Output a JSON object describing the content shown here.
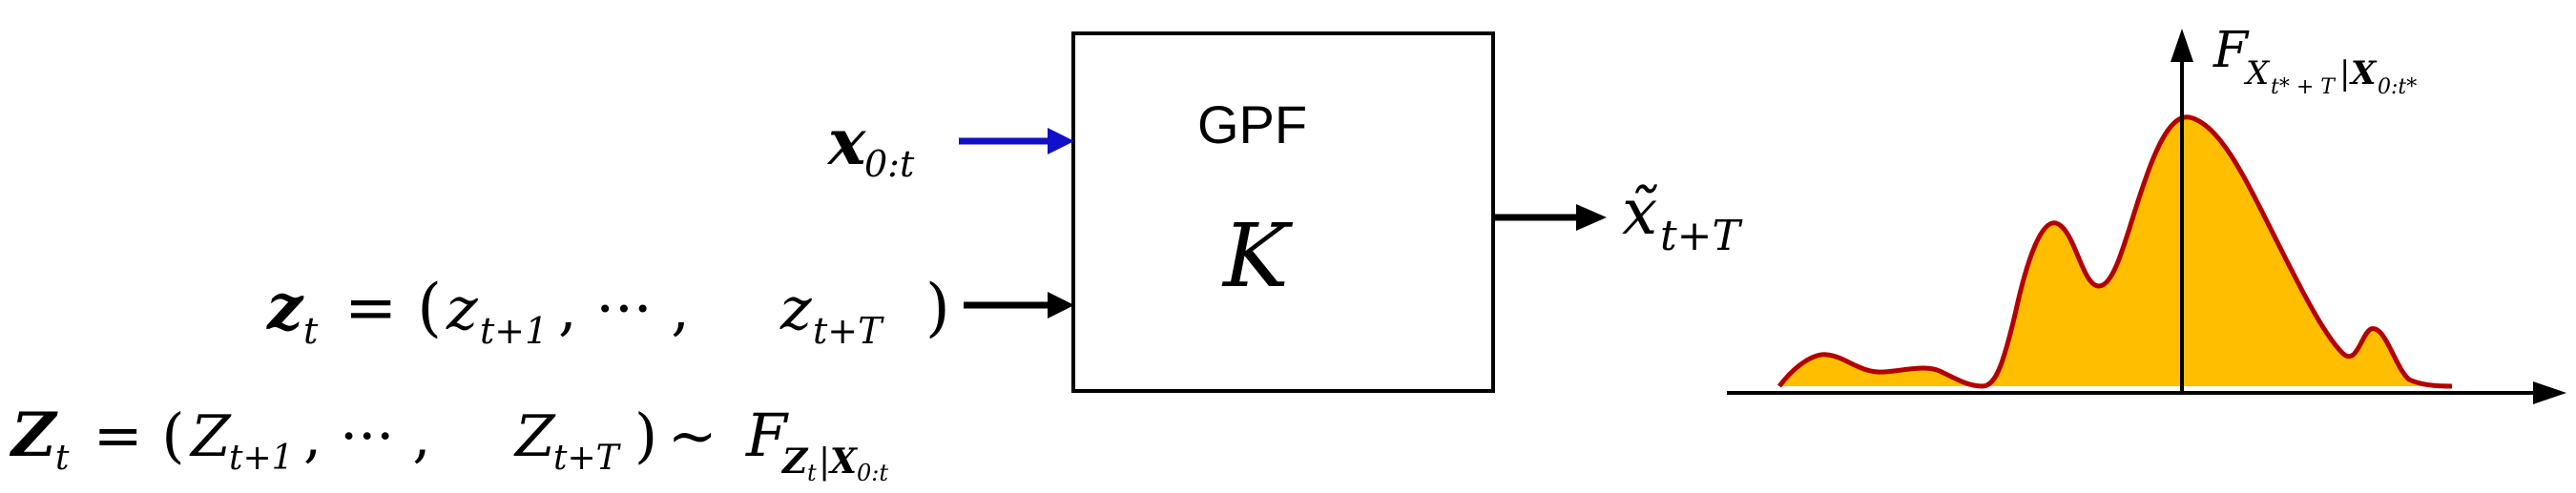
{
  "diagram": {
    "block": {
      "title": "GPF",
      "symbol": "K"
    },
    "inputs": {
      "x_input": {
        "base": "x",
        "sub": "0:t",
        "arrow_color": "#1010c8"
      },
      "z_input": {
        "lhs_base": "z",
        "lhs_sub": "t",
        "eq": " = (",
        "a_base": "z",
        "a_sub": "t+1",
        "dots": ", ··· , ",
        "b_base": "z",
        "b_sub": "t+T",
        "close": ")"
      },
      "Z_dist": {
        "lhs_base": "Z",
        "lhs_sub": "t",
        "eq": " = (",
        "a_base": "Z",
        "a_sub": "t+1",
        "dots": ", ··· , ",
        "b_base": "Z",
        "b_sub": "t+T",
        "close": ")",
        "sim": " ~ ",
        "F": "F",
        "F_sub_Z": "Z",
        "F_sub_t": "t",
        "F_bar": "|",
        "F_sub_X": "X",
        "F_sub_range": "0:t"
      }
    },
    "output": {
      "base": "x̃",
      "sub": "t+T"
    },
    "density_plot": {
      "ylabel_F": "F",
      "ylabel_X": "X",
      "ylabel_X_sub": "t* + T",
      "ylabel_bar": "|",
      "ylabel_cond": "X",
      "ylabel_cond_sub": "0:t*",
      "fill_color": "#ffbf00",
      "line_color": "#b30000"
    }
  }
}
